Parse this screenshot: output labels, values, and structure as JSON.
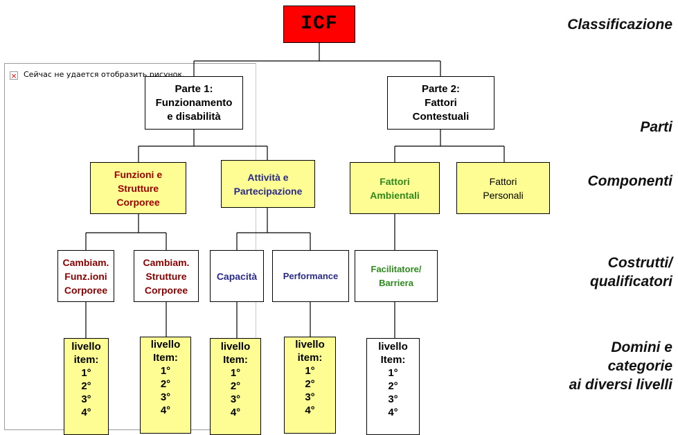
{
  "placeholder": {
    "message": "Сейчас не удается отобразить рисунок.",
    "icon": "broken-image-icon"
  },
  "root": {
    "label": "ICF",
    "color": "#ff0000"
  },
  "parts": [
    {
      "label": "Parte 1:\nFunzionamento\ne disabilità"
    },
    {
      "label": "Parte 2:\nFattori\nContestuali"
    }
  ],
  "components": [
    {
      "label": "Funzioni e\nStrutture\nCorporee",
      "color": "#a00000"
    },
    {
      "label": "Attività e\nPartecipazione",
      "color": "#2a2a8a"
    },
    {
      "label": "Fattori\nAmbientali",
      "color": "#2e8a1e"
    },
    {
      "label": "Fattori\nPersonali",
      "color": "#000000"
    }
  ],
  "constructs": [
    {
      "label": "Cambiam.\nFunz.ioni\nCorporee",
      "color": "#8a0000"
    },
    {
      "label": "Cambiam.\nStrutture\nCorporee",
      "color": "#8a0000"
    },
    {
      "label": "Capacità",
      "color": "#2a2a8a"
    },
    {
      "label": "Performance",
      "color": "#2a2a8a"
    },
    {
      "label": "Facilitatore/\nBarriera",
      "color": "#2e8a1e"
    }
  ],
  "levels": [
    {
      "label": "livello\nitem:\n1°\n2°\n3°\n4°"
    },
    {
      "label": "livello\nItem:\n1°\n2°\n3°\n4°"
    },
    {
      "label": "livello\nItem:\n1°\n2°\n3°\n4°"
    },
    {
      "label": "livello\nitem:\n1°\n2°\n3°\n4°"
    },
    {
      "label": "livello\nItem:\n1°\n2°\n3°\n4°"
    }
  ],
  "side_labels": {
    "classification": "Classificazione",
    "parts": "Parti",
    "components": "Componenti",
    "constructs": "Costrutti/\nqualificatori",
    "domains": "Domini e\ncategorie\nai diversi livelli"
  }
}
